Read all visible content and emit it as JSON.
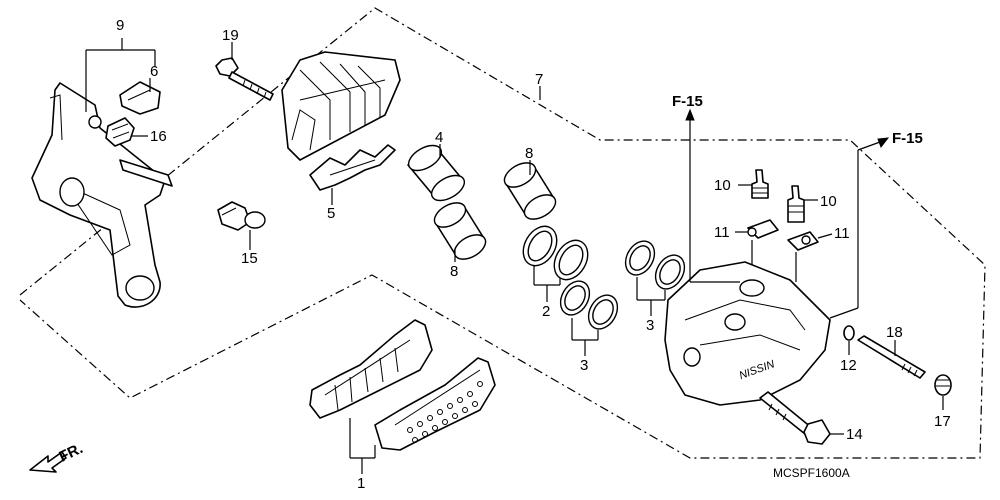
{
  "callouts": {
    "c1": "1",
    "c2": "2",
    "c3a": "3",
    "c3b": "3",
    "c4": "4",
    "c5": "5",
    "c6": "6",
    "c7": "7",
    "c8a": "8",
    "c8b": "8",
    "c9": "9",
    "c10a": "10",
    "c10b": "10",
    "c11a": "11",
    "c11b": "11",
    "c12": "12",
    "c14": "14",
    "c15": "15",
    "c16": "16",
    "c17": "17",
    "c18": "18",
    "c19": "19"
  },
  "references": {
    "r1": "F-15",
    "r2": "F-15"
  },
  "caliper_brand": "NISSIN",
  "front_indicator": "FR.",
  "diagram_code": "MCSPF1600A"
}
